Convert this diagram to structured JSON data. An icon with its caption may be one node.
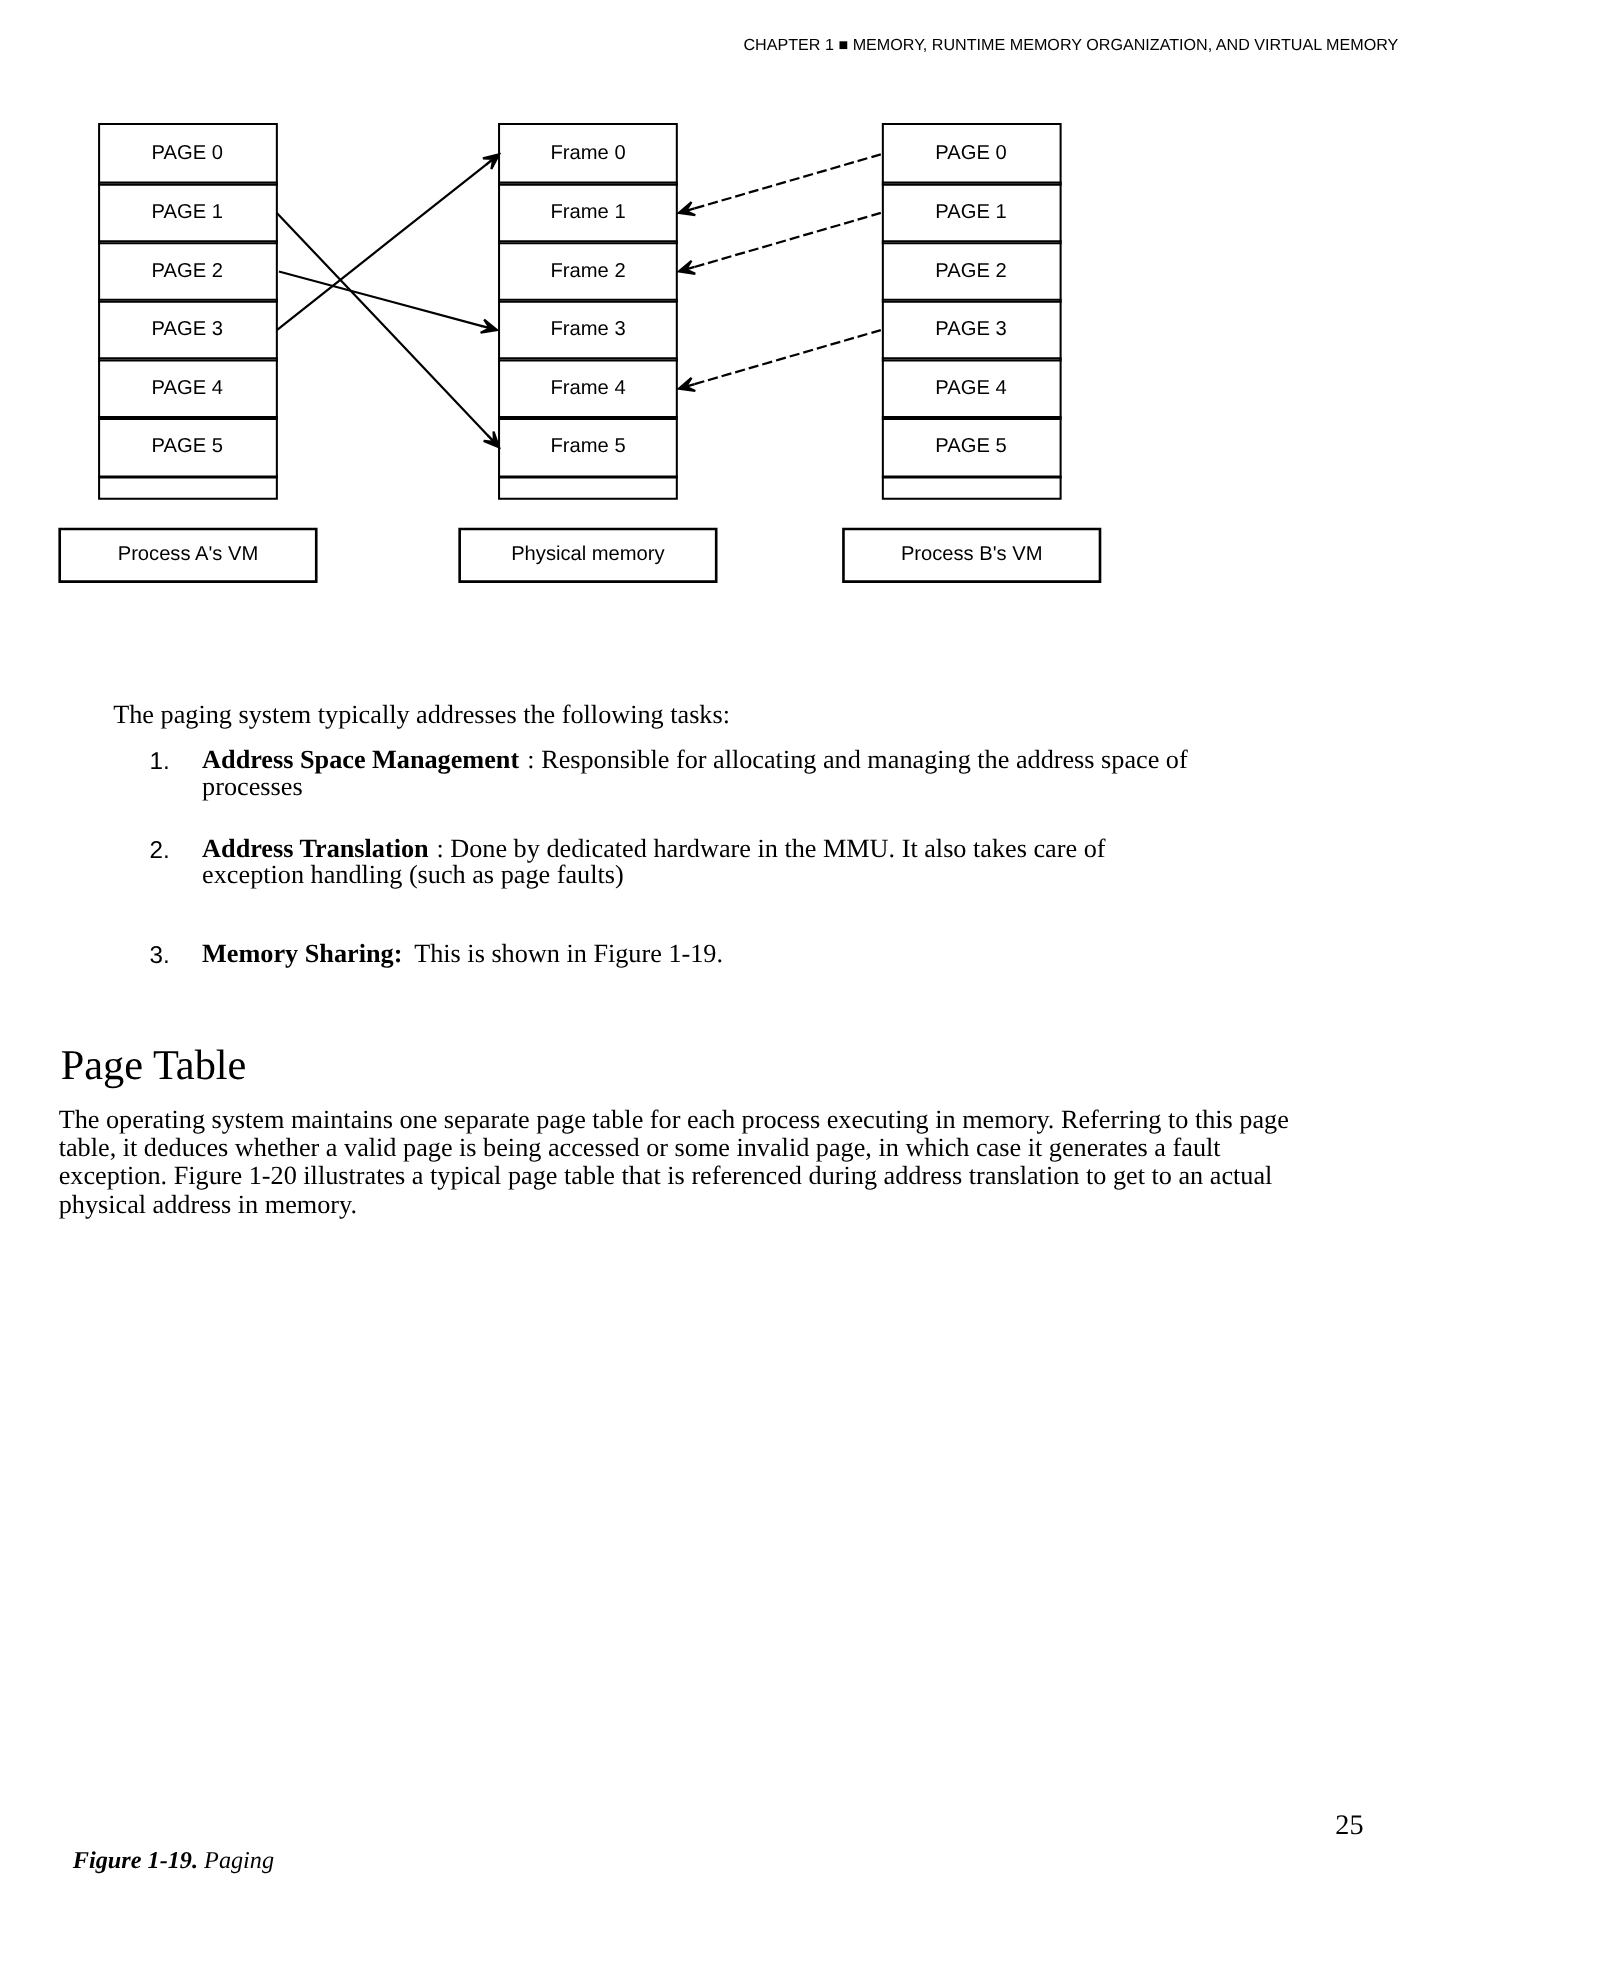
{
  "diagram": {
    "caption": "**Figure 1-19.** Paging",
    "nodes": [
      {
        "text": [
          "PAGE 0"
        ]
      },
      {
        "text": [
          "PAGE 1"
        ]
      },
      {
        "text": [
          "PAGE 2"
        ]
      },
      {
        "text": [
          "PAGE 3"
        ]
      },
      {
        "text": [
          "PAGE 4"
        ]
      },
      {
        "text": [
          "PAGE 5"
        ]
      },
      {
        "text": [],
        "shape": "box"
      },
      {
        "text": [
          "Frame 0"
        ]
      },
      {
        "text": [
          "Frame 1"
        ]
      },
      {
        "text": [
          "Frame 2"
        ]
      },
      {
        "text": [
          "Frame 3"
        ]
      },
      {
        "text": [
          "Frame 4"
        ]
      },
      {
        "text": [
          "Frame 5"
        ]
      },
      {
        "text": [],
        "shape": "box"
      },
      {
        "text": [
          "PAGE 0"
        ]
      },
      {
        "text": [
          "PAGE 1"
        ]
      },
      {
        "text": [
          "PAGE 2"
        ]
      },
      {
        "text": [
          "PAGE 3"
        ]
      },
      {
        "text": [
          "PAGE 4"
        ]
      },
      {
        "text": [
          "PAGE 5"
        ]
      },
      {
        "text": [],
        "shape": "box"
      },
      {
        "text": [
          "Process A's VM"
        ]
      },
      {
        "text": [
          "Physical memory"
        ]
      },
      {
        "text": [
          "Process B's VM"
        ]
      }
    ],
    "edges": [
      {
        "from": 1,
        "to": 12,
        "arrow": "to"
      },
      {
        "from": 2,
        "to": 10,
        "arrow": "to"
      },
      {
        "from": 3,
        "to": 7,
        "arrow": "to"
      },
      {
        "from": 14,
        "to": 8,
        "arrow": "to",
        "style": "dashed"
      },
      {
        "from": 15,
        "to": 9,
        "arrow": "to",
        "style": "dashed"
      },
      {
        "from": 17,
        "to": 11,
        "arrow": "to",
        "style": "dashed"
      }
    ],
    "labels": [
      "CHAPTER 1 ■ MEMORY, RUNTIME MEMORY ORGANIZATION, AND VIRTUAL MEMORY",
      "The paging system typically addresses the following tasks:",
      "1.",
      "**Address Space Management**: Responsible for allocating and managing the address space of processes",
      "2.",
      "**Address Translation**: Done by dedicated hardware in the MMU. It also takes care of exception handling (such as page faults)",
      "3.",
      "**Memory Sharing:** This is shown in Figure 1-19.",
      "Page Table",
      "The operating system maintains one separate page table for each process executing in memory. Referring to this page table, it deduces whether a valid page is being accessed or some invalid page, in which case it generates a fault exception. Figure 1-20 illustrates a typical page table that is referenced during address translation to get to an actual physical address in memory.",
      "25"
    ]
  }
}
